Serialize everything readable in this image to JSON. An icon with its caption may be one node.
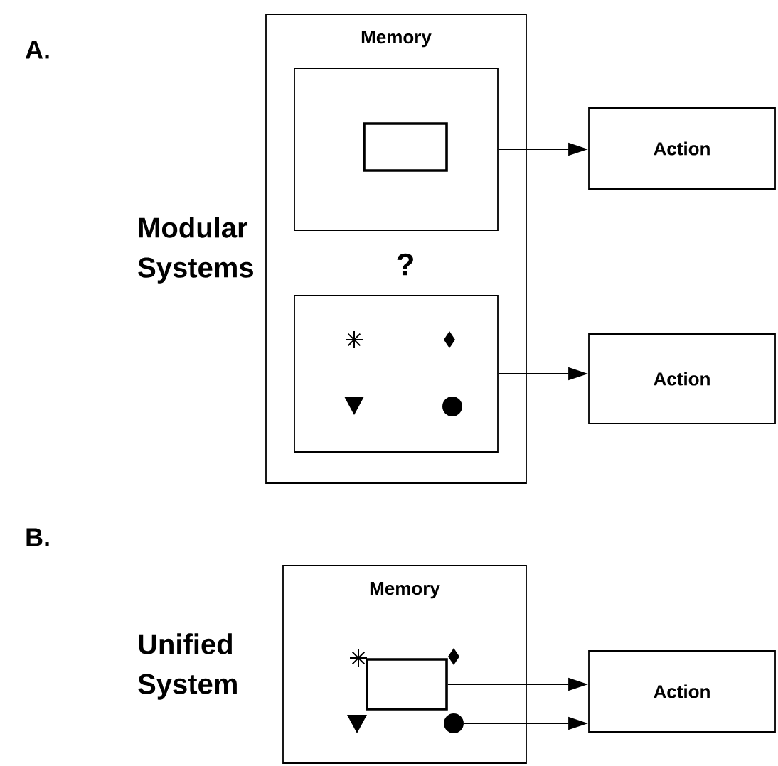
{
  "diagram": {
    "nodes": [
      {
        "text": [
          "Memory"
        ]
      },
      {
        "text": [],
        "shape": "box",
        "in": 0
      },
      {
        "text": [],
        "shape": "box",
        "in": 0
      },
      {
        "text": [
          "Action"
        ]
      },
      {
        "text": [
          "Action"
        ]
      },
      {
        "text": [
          "Memory"
        ]
      },
      {
        "text": [],
        "shape": "box",
        "in": 5
      },
      {
        "text": [],
        "shape": "circle",
        "in": 5
      },
      {
        "text": [
          "Action"
        ]
      }
    ],
    "edges": [
      {
        "from": 1,
        "to": 3,
        "arrow": "to"
      },
      {
        "from": 2,
        "to": 4,
        "arrow": "to"
      },
      {
        "from": 6,
        "to": 8,
        "arrow": "to"
      },
      {
        "from": 7,
        "to": 8,
        "arrow": "to"
      }
    ],
    "labels": [
      "A.",
      "Modular Systems",
      "?",
      "B.",
      "Unified System"
    ]
  }
}
